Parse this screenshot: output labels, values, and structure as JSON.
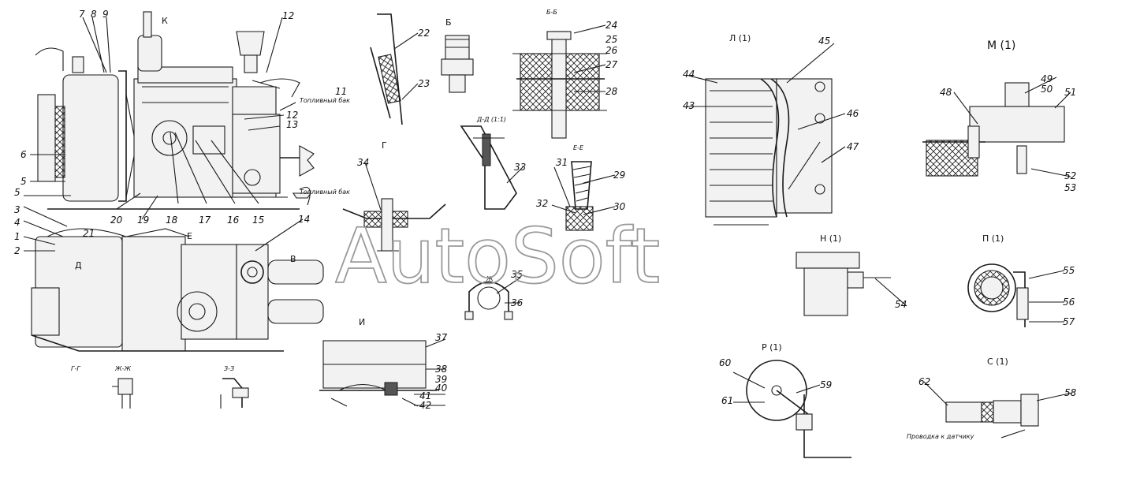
{
  "watermark": "AutoSoft",
  "labels": {
    "n1": "1",
    "n2": "2",
    "n3": "3",
    "n4": "4",
    "n5": "5",
    "n6": "6",
    "n7": "7",
    "n8": "8",
    "n9": "9",
    "n11": "11",
    "n12": "12",
    "n13": "13",
    "n14": "14",
    "n15": "15",
    "n16": "16",
    "n17": "17",
    "n18": "18",
    "n19": "19",
    "n20": "20",
    "n21": "21",
    "n22": "22",
    "n23": "23",
    "n24": "24",
    "n25": "25",
    "n26": "26",
    "n27": "27",
    "n28": "28",
    "n29": "29",
    "n30": "30",
    "n31": "31",
    "n32": "32",
    "n33": "33",
    "n34": "34",
    "n35": "35",
    "n36": "36",
    "n37": "37",
    "n38": "38",
    "n39": "39",
    "n40": "40",
    "n41": "41",
    "n42": "42",
    "n43": "43",
    "n44": "44",
    "n45": "45",
    "n46": "46",
    "n47": "47",
    "n48": "48",
    "n49": "49",
    "n50": "50",
    "n51": "51",
    "n52": "52",
    "n53": "53",
    "n54": "54",
    "n55": "55",
    "n56": "56",
    "n57": "57",
    "n58": "58",
    "n59": "59",
    "n60": "60",
    "n61": "61",
    "n62": "62"
  },
  "sections": {
    "k": "К",
    "d": "Д",
    "e": "Е",
    "v": "В",
    "g": "Г",
    "b": "Б",
    "bb": "Б-Б",
    "dd": "Д-Д (1:1)",
    "ee": "Е-Е",
    "zh": "Ж",
    "i": "И",
    "l": "Л (1)",
    "m": "М (1)",
    "n": "Н (1)",
    "p": "П (1)",
    "r": "Р (1)",
    "s": "С (1)",
    "gg": "Г-Г",
    "zhzh": "Ж-Ж",
    "zz": "З-З"
  },
  "notes": {
    "to_tank_top": "Топливный бак",
    "to_tank_mid": "Топливный бак",
    "to_sender": "Проводка к датчику"
  }
}
